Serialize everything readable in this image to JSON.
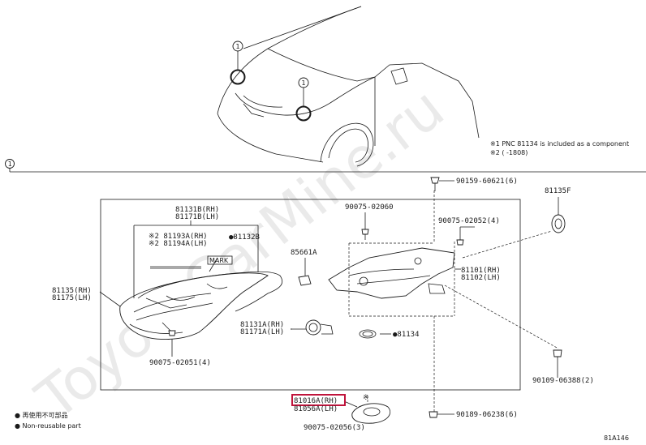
{
  "watermark": "ToyotaCarMine.ru",
  "callout_marker": "1",
  "notes": {
    "note1": "※1 PNC 81134 is included as a component",
    "note2": "※2 (      -1808)"
  },
  "legend": {
    "not_reusable_cn": "● 再使用不可部品",
    "not_reusable_en": "● Non-reusable part"
  },
  "diagram_id": "81A146",
  "part_labels": {
    "p81131B": "81131B(RH)",
    "p81171B": "81171B(LH)",
    "p81193A": "※2 81193A(RH)",
    "p81194A": "※2 81194A(LH)",
    "p81132B": "●81132B",
    "mark": "MARK",
    "p85661A": "85661A",
    "p81135": "81135(RH)",
    "p81175": "81175(LH)",
    "p81131A": "81131A(RH)",
    "p81171A": "81171A(LH)",
    "p81134": "●81134",
    "p90075_02051": "90075-02051(4)",
    "p90075_02060": "90075-02060",
    "p90075_02052": "90075-02052(4)",
    "p90159": "90159-60621(6)",
    "p81135F": "81135F",
    "p81101": "81101(RH)",
    "p81102": "81102(LH)",
    "p90109": "90109-06388(2)",
    "p81016A": "81016A(RH)",
    "p81056A": "81056A(LH)",
    "p90075_02056": "90075-02056(3)",
    "p90189": "90189-06238(6)",
    "p_star": "※"
  },
  "highlight_color": "#c0143c"
}
